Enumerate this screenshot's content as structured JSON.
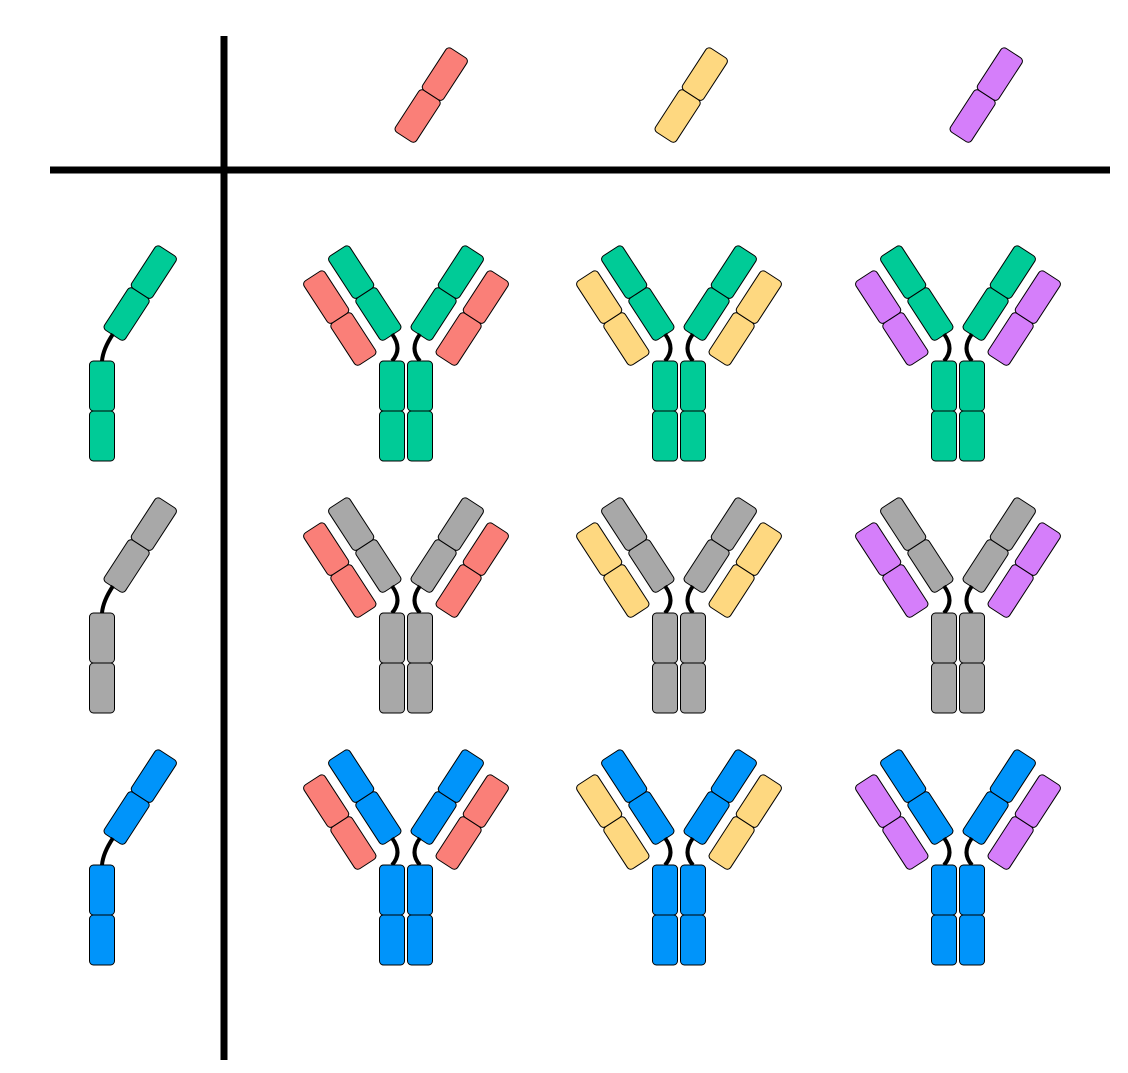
{
  "diagram": {
    "kind": "antibody combination grid",
    "columns": [
      {
        "chain": "light-chain",
        "color": "#FA7F78"
      },
      {
        "chain": "light-chain",
        "color": "#FED880"
      },
      {
        "chain": "light-chain",
        "color": "#D57EFA"
      }
    ],
    "rows": [
      {
        "chain": "heavy-chain",
        "color": "#00CB97"
      },
      {
        "chain": "heavy-chain",
        "color": "#A8A8A8"
      },
      {
        "chain": "heavy-chain",
        "color": "#0094FA"
      }
    ],
    "divider_color": "#000000",
    "hinge_color": "#000000",
    "outline_color": "#000000"
  }
}
